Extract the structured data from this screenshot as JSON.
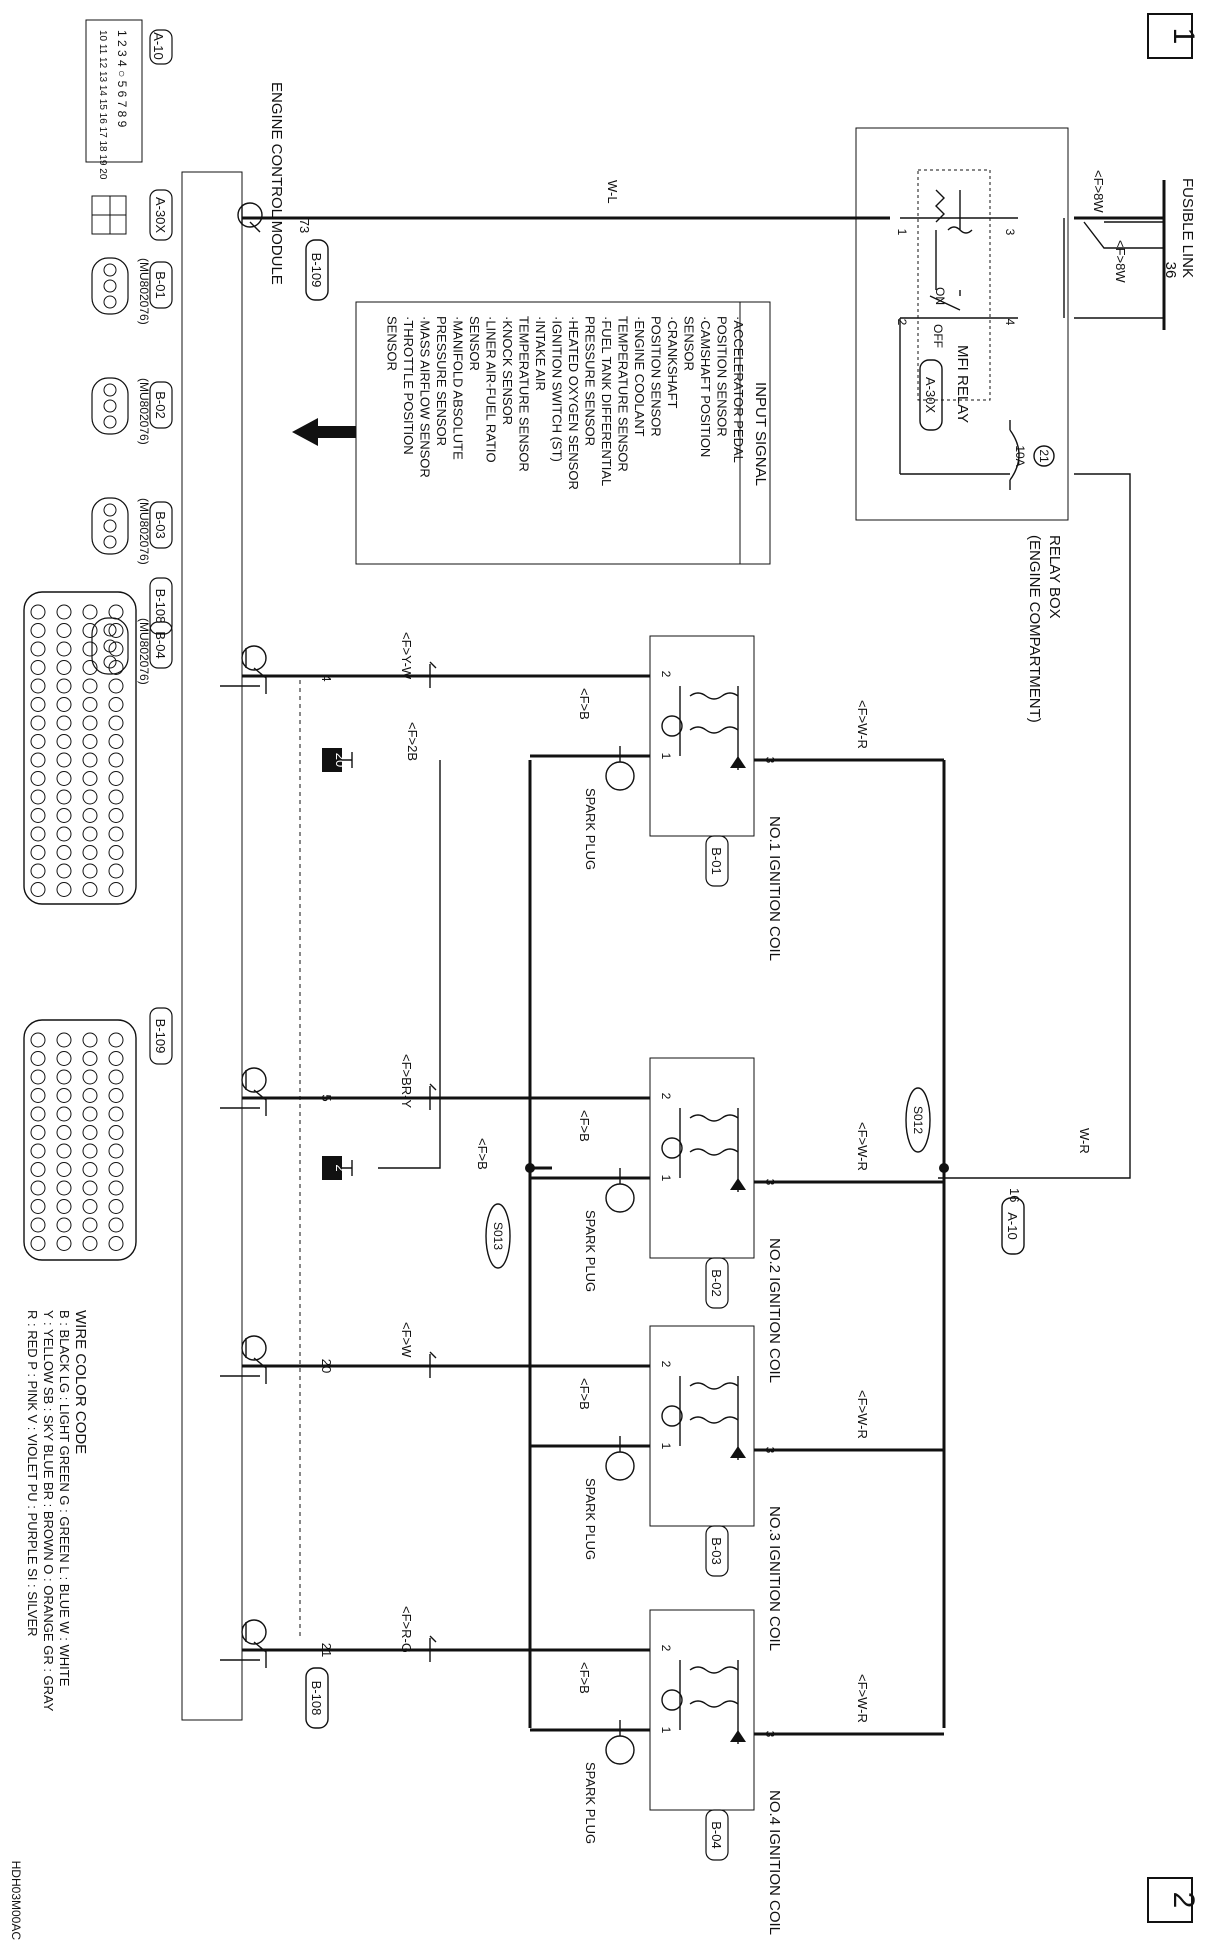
{
  "page_marks": {
    "top": "1",
    "bottom": "2",
    "figure_id": "HDH03M00AC"
  },
  "fusible_link": {
    "title": "FUSIBLE LINK",
    "number": "36",
    "wire_top": "<F>8W",
    "wire_mid": "<F>8W"
  },
  "relay_box": {
    "label": "RELAY BOX",
    "sub": "(ENGINE COMPARTMENT)",
    "fuse_number": "21",
    "fuse_rating": "10A"
  },
  "mfi_relay": {
    "name": "MFI RELAY",
    "connector": "A-30X",
    "pins": [
      "1",
      "2",
      "3",
      "4"
    ],
    "on": "ON",
    "off": "OFF"
  },
  "ecm": {
    "title": "ENGINE CONTROL MODULE",
    "top_pin": "73",
    "top_connector": "B-109",
    "bottom_connector": "B-108",
    "pins": [
      "4",
      "5",
      "20",
      "21"
    ]
  },
  "input_signal": {
    "title": "INPUT SIGNAL",
    "items": [
      "·ACCELERATOR PEDAL",
      " POSITION SENSOR",
      "·CAMSHAFT POSITION",
      " SENSOR",
      "·CRANKSHAFT",
      " POSITION SENSOR",
      "·ENGINE COOLANT",
      " TEMPERATURE SENSOR",
      "·FUEL TANK DIFFERENTIAL",
      " PRESSURE SENSOR",
      "·HEATED OXYGEN SENSOR",
      "·IGNITION SWITCH (ST)",
      "·INTAKE AIR",
      " TEMPERATURE SENSOR",
      "·KNOCK SENSOR",
      "·LINER AIR-FUEL RATIO",
      " SENSOR",
      "·MANIFOLD ABSOLUTE",
      " PRESSURE SENSOR",
      "·MASS AIRFLOW SENSOR",
      "·THROTTLE POSITION",
      " SENSOR"
    ]
  },
  "wires": {
    "wl": "W-L",
    "wr": "W-R",
    "f_wr": "<F>W-R",
    "f_b": "<F>B",
    "f_2b": "<F>2B",
    "c1_trig": "<F>Y-W",
    "c2_trig": "<F>BR-Y",
    "c3_trig": "<F>W",
    "c4_trig": "<F>R-G"
  },
  "a10_pin": "16",
  "a10_connector": "A-10",
  "splices": [
    "S012",
    "S013"
  ],
  "grounds": [
    "20",
    "2"
  ],
  "coils": [
    {
      "name": "NO.1 IGNITION COIL",
      "connector": "B-01",
      "plug": "SPARK PLUG"
    },
    {
      "name": "NO.2 IGNITION COIL",
      "connector": "B-02",
      "plug": "SPARK PLUG"
    },
    {
      "name": "NO.3 IGNITION COIL",
      "connector": "B-03",
      "plug": "SPARK PLUG"
    },
    {
      "name": "NO.4 IGNITION COIL",
      "connector": "B-04",
      "plug": "SPARK PLUG"
    }
  ],
  "coil_pins": [
    "1",
    "2",
    "3"
  ],
  "connectors": {
    "a10": {
      "label": "A-10",
      "row1": "1 2 3 4 ○ 5 6 7 8 9",
      "row2": "10 11 12 13 14 15 16 17 18 19 20"
    },
    "a30x": {
      "label": "A-30X"
    },
    "b01": {
      "label": "B-01",
      "part": "(MU802076)"
    },
    "b02": {
      "label": "B-02",
      "part": "(MU802076)"
    },
    "b03": {
      "label": "B-03",
      "part": "(MU802076)"
    },
    "b04": {
      "label": "B-04",
      "part": "(MU802076)"
    },
    "b108": {
      "label": "B-108"
    },
    "b109": {
      "label": "B-109"
    }
  },
  "wire_color_code": {
    "title": "WIRE COLOR CODE",
    "rows": [
      "B : BLACK    LG : LIGHT GREEN    G : GREEN    L : BLUE    W : WHITE",
      "Y : YELLOW    SB : SKY BLUE    BR : BROWN    O : ORANGE    GR : GRAY",
      "R : RED    P : PINK    V : VIOLET    PU : PURPLE    SI : SILVER"
    ]
  }
}
